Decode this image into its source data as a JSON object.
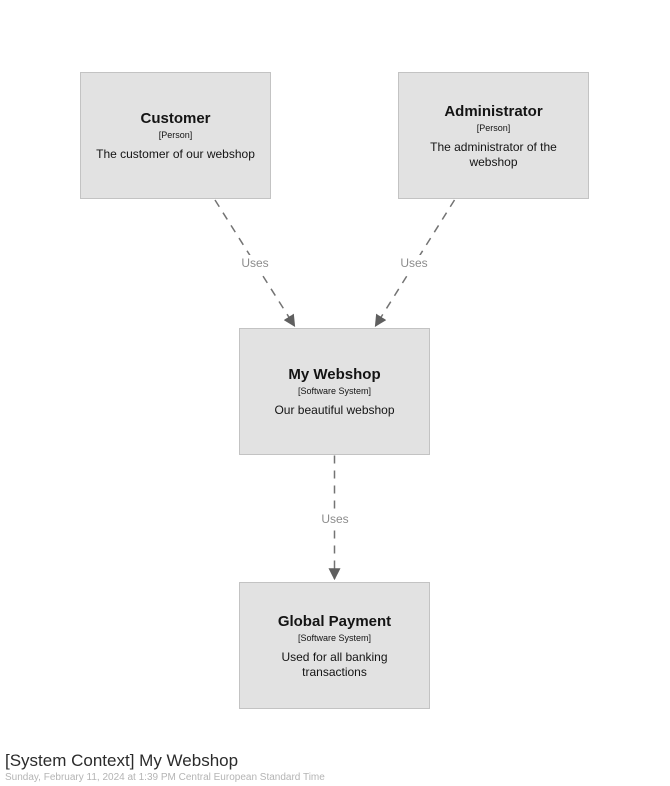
{
  "diagram": {
    "nodes": {
      "customer": {
        "name": "Customer",
        "type": "[Person]",
        "description": "The customer of our webshop"
      },
      "administrator": {
        "name": "Administrator",
        "type": "[Person]",
        "description": "The administrator of the webshop"
      },
      "webshop": {
        "name": "My Webshop",
        "type": "[Software System]",
        "description": "Our beautiful webshop"
      },
      "payment": {
        "name": "Global Payment",
        "type": "[Software System]",
        "description": "Used for all banking transactions"
      }
    },
    "edges": {
      "customer_webshop": {
        "from": "Customer",
        "to": "My Webshop",
        "label": "Uses"
      },
      "administrator_webshop": {
        "from": "Administrator",
        "to": "My Webshop",
        "label": "Uses"
      },
      "webshop_payment": {
        "from": "My Webshop",
        "to": "Global Payment",
        "label": "Uses"
      }
    },
    "footer": {
      "title": "[System Context] My Webshop",
      "subtitle": "Sunday, February 11, 2024 at 1:39 PM Central European Standard Time"
    },
    "colors": {
      "box_fill": "#e2e2e2",
      "box_border": "#c3c3c3",
      "edge_line": "#737373",
      "arrowhead": "#5f5f5f",
      "edge_label": "#8c8c8c",
      "node_text": "#141414",
      "footer_title": "#2b2b2b",
      "footer_subtitle": "#b4b4b4"
    }
  }
}
